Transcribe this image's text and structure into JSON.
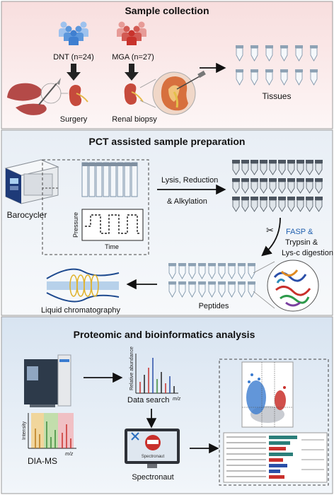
{
  "panel1": {
    "title": "Sample collection",
    "group_dnt": "DNT (n=24)",
    "group_mga": "MGA (n=27)",
    "surgery": "Surgery",
    "renal_biopsy": "Renal biopsy",
    "tissues": "Tissues"
  },
  "panel2": {
    "title": "PCT assisted sample preparation",
    "barocycler": "Barocycler",
    "pressure": "Pressure",
    "time": "Time",
    "lysis_line1": "Lysis, Reduction",
    "lysis_line2": "& Alkylation",
    "fasp": "FASP &",
    "trypsin": "Trypsin &",
    "lysc": "Lys-c digestion",
    "peptides": "Peptides",
    "lc": "Liquid chromatography"
  },
  "panel3": {
    "title": "Proteomic and bioinformatics analysis",
    "rel_abundance": "Relative abundance",
    "data_search": "Data search",
    "mz": "m/z",
    "intensity": "Intensity",
    "dia_ms": "DIA-MS",
    "spectronaut": "Spectronaut",
    "spectronaut_logo": "Spectronaut"
  },
  "colors": {
    "panel1_bg": "#fbeceb",
    "panel2_bg": "#eef3f8",
    "panel3_bg": "#e4edf7",
    "dnt_people": "#3f7fd0",
    "mga_people": "#c8332c"
  }
}
